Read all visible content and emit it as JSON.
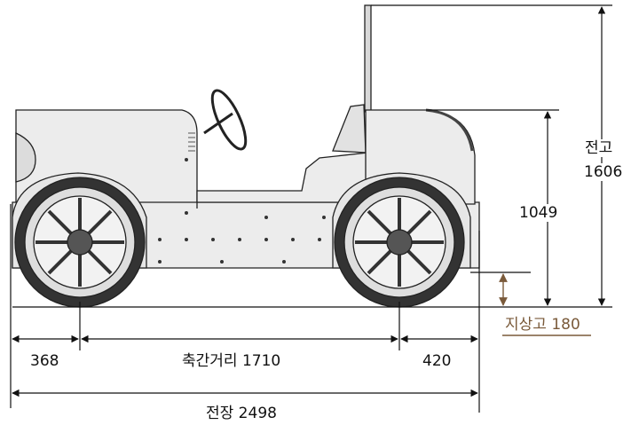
{
  "dimensions": {
    "front_overhang": "368",
    "wheelbase": "축간거리 1710",
    "rear_overhang": "420",
    "overall_length": "전장 2498",
    "body_height": "1049",
    "overall_height_title": "전고",
    "overall_height_value": "1606",
    "ground_clearance": "지상고 180"
  },
  "colors": {
    "line": "#111111",
    "ground_clearance": "#7a5a3a",
    "body_fill": "#ececec",
    "tire": "#333333"
  }
}
